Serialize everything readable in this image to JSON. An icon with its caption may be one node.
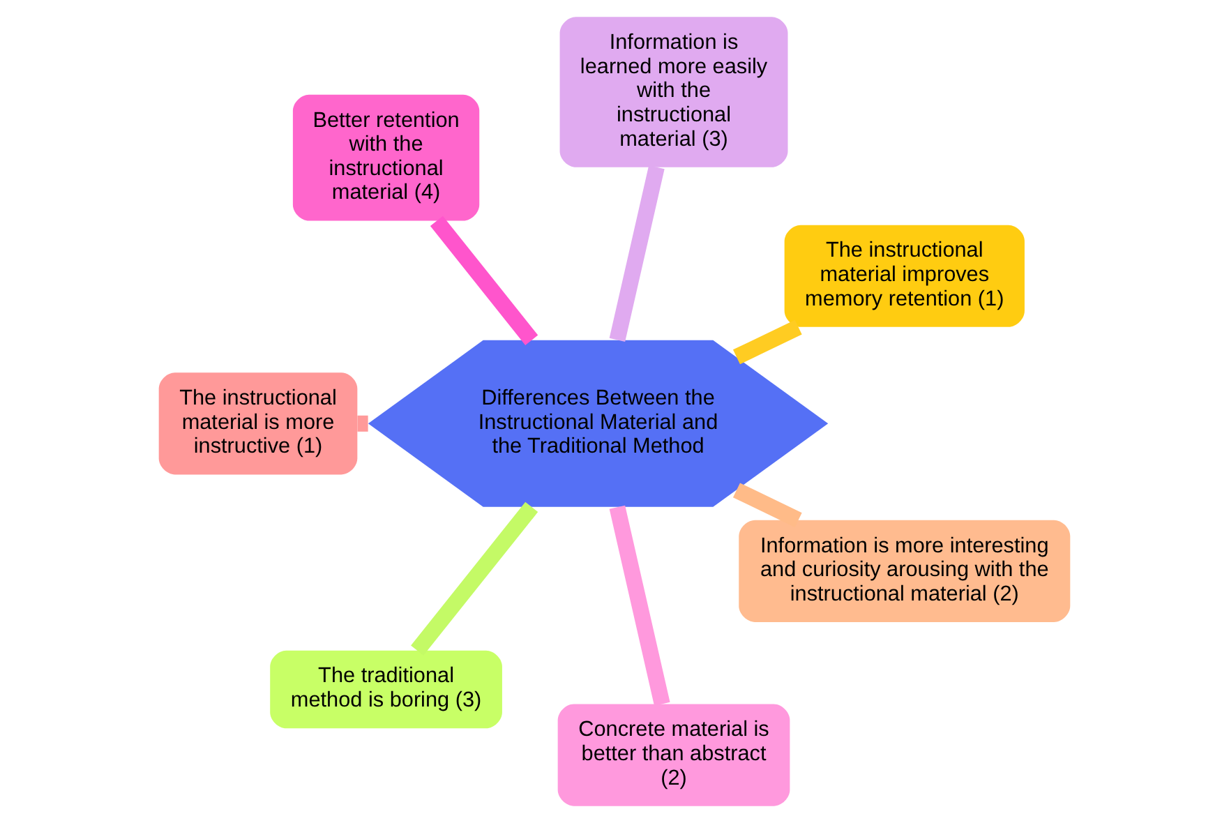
{
  "diagram": {
    "nodes": [
      {
        "text": [
          "Differences Between the Instructional Material and the Traditional Method"
        ]
      },
      {
        "text": [
          "The instructional material improves memory retention (1)"
        ]
      },
      {
        "text": [
          "Information is learned more easily with the instructional material (3)"
        ]
      },
      {
        "text": [
          "Better retention with the instructional material (4)"
        ]
      },
      {
        "text": [
          "The instructional material is more instructive (1)"
        ]
      },
      {
        "text": [
          "The traditional method is boring (3)"
        ]
      },
      {
        "text": [
          "Concrete material is better than abstract (2)"
        ]
      },
      {
        "text": [
          "Information is more interesting and curiosity arousing with the instructional material (2)"
        ]
      }
    ],
    "edges": [
      {
        "from": 0,
        "to": 1,
        "arrow": "none",
        "color": "#ffcc22"
      },
      {
        "from": 0,
        "to": 2,
        "arrow": "none",
        "color": "#e0aaf0"
      },
      {
        "from": 0,
        "to": 3,
        "arrow": "none",
        "color": "#ff55cc"
      },
      {
        "from": 0,
        "to": 4,
        "arrow": "none",
        "color": "#ff9a9a"
      },
      {
        "from": 0,
        "to": 5,
        "arrow": "none",
        "color": "#c4fa66"
      },
      {
        "from": 0,
        "to": 6,
        "arrow": "none",
        "color": "#ff99dd"
      },
      {
        "from": 0,
        "to": 7,
        "arrow": "none",
        "color": "#ffbb88"
      }
    ]
  }
}
